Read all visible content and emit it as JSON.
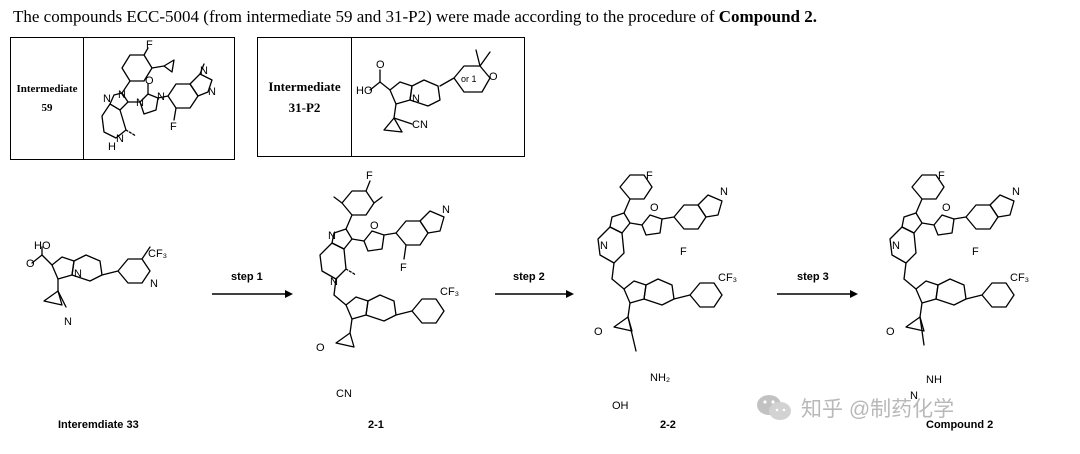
{
  "intro": {
    "text": "The compounds ECC-5004 (from intermediate 59 and 31-P2)  were made according to the procedure of ",
    "bold": "Compound 2."
  },
  "table_59": {
    "line1": "Intermediate",
    "line2": "59"
  },
  "table_31": {
    "line1": "Intermediate",
    "line2": "31-P2"
  },
  "scheme": {
    "labels": {
      "int33": "Interemdiate 33",
      "c21": "2-1",
      "c22": "2-2",
      "c2": "Compound 2"
    },
    "steps": [
      "step 1",
      "step 2",
      "step 3"
    ]
  },
  "atoms": {
    "F": "F",
    "N": "N",
    "O": "O",
    "H": "H",
    "NH": "NH",
    "HO": "HO",
    "CN": "CN",
    "CF3": "CF₃",
    "NH2": "NH₂",
    "OH": "OH",
    "or1": "or 1"
  },
  "watermark": {
    "text": "知乎 @制药化学",
    "icon": "wechat-icon"
  }
}
